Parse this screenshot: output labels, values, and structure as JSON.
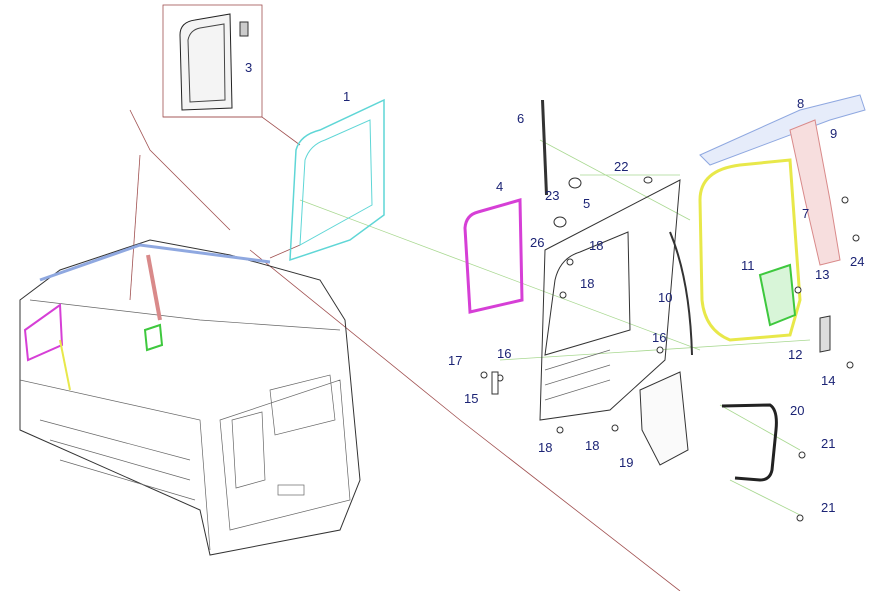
{
  "diagram": {
    "labels": {
      "l1": "1",
      "l3": "3",
      "l4": "4",
      "l5": "5",
      "l6": "6",
      "l7": "7",
      "l8": "8",
      "l9": "9",
      "l10": "10",
      "l11": "11",
      "l12": "12",
      "l13": "13",
      "l14": "14",
      "l15": "15",
      "l16a": "16",
      "l16b": "16",
      "l17": "17",
      "l18a": "18",
      "l18b": "18",
      "l18c": "18",
      "l18d": "18",
      "l19": "19",
      "l20": "20",
      "l21a": "21",
      "l21b": "21",
      "l22": "22",
      "l23": "23",
      "l24": "24",
      "l26": "26"
    },
    "colors": {
      "window_glass": "#5fd6d6",
      "window_seal": "#d63fd6",
      "door_seal": "#e8e84a",
      "roof_beam": "#8fa8e0",
      "pillar": "#d98a8a",
      "bracket": "#3ec83e",
      "leader_red": "#a05050",
      "leader_green": "#a8d890",
      "label": "#1c2475"
    }
  }
}
